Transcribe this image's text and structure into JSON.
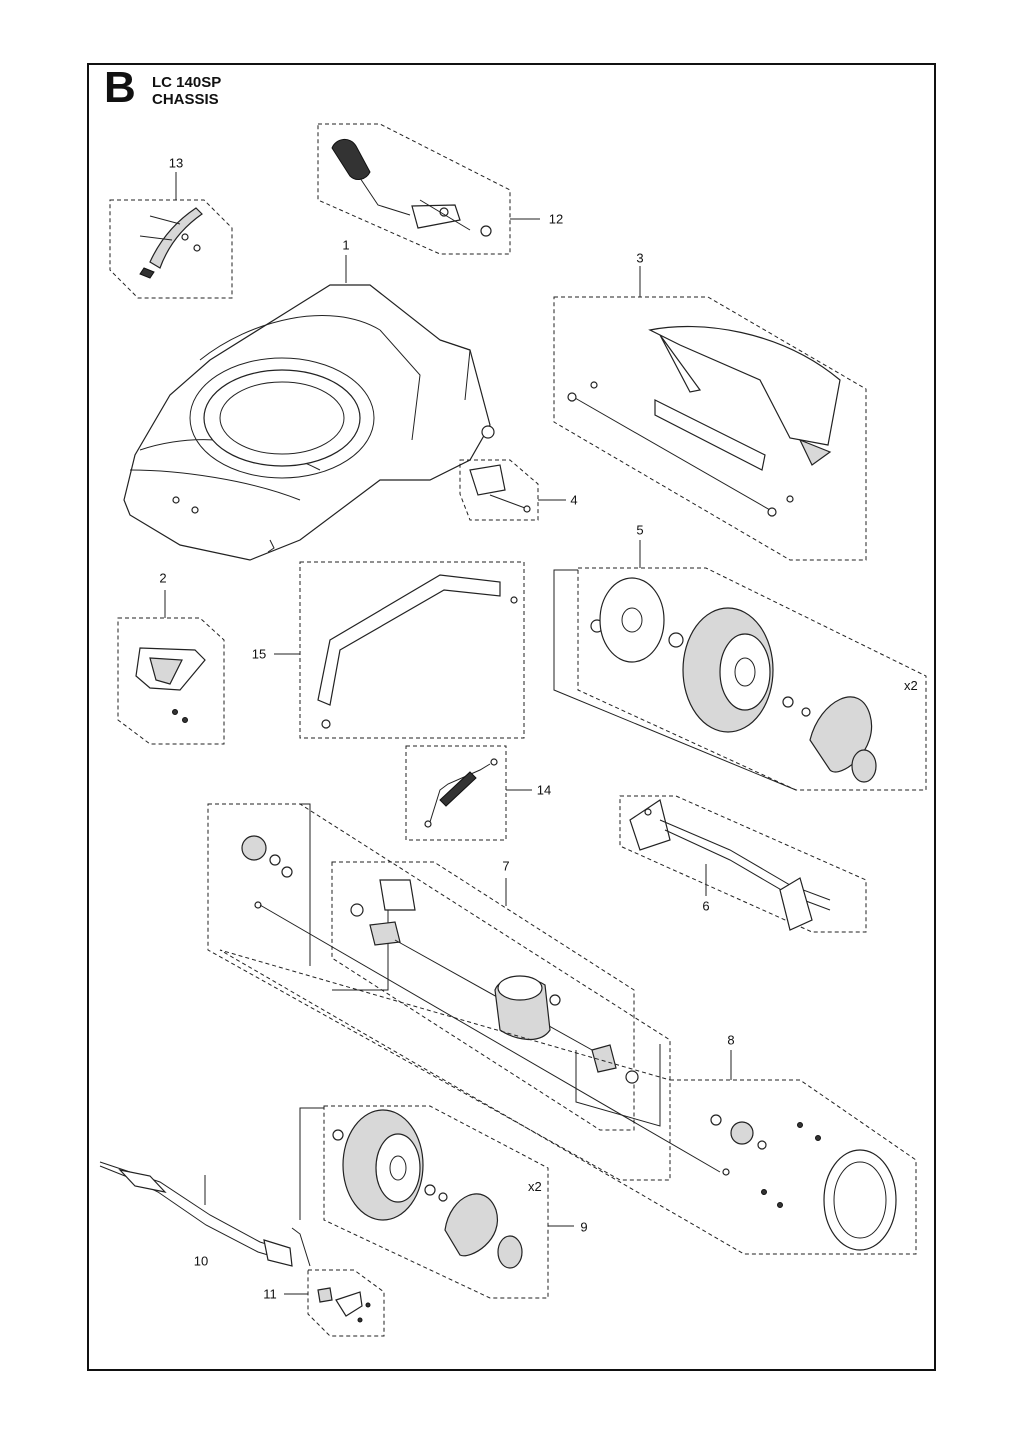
{
  "header": {
    "section_letter": "B",
    "model": "LC 140SP",
    "assembly": "CHASSIS"
  },
  "callouts": {
    "p1": "1",
    "p2": "2",
    "p3": "3",
    "p4": "4",
    "p5": "5",
    "p6": "6",
    "p7": "7",
    "p8": "8",
    "p9": "9",
    "p10": "10",
    "p11": "11",
    "p12": "12",
    "p13": "13",
    "p14": "14",
    "p15": "15"
  },
  "quantities": {
    "rear_wheel_qty": "x2",
    "front_wheel_qty": "x2"
  }
}
